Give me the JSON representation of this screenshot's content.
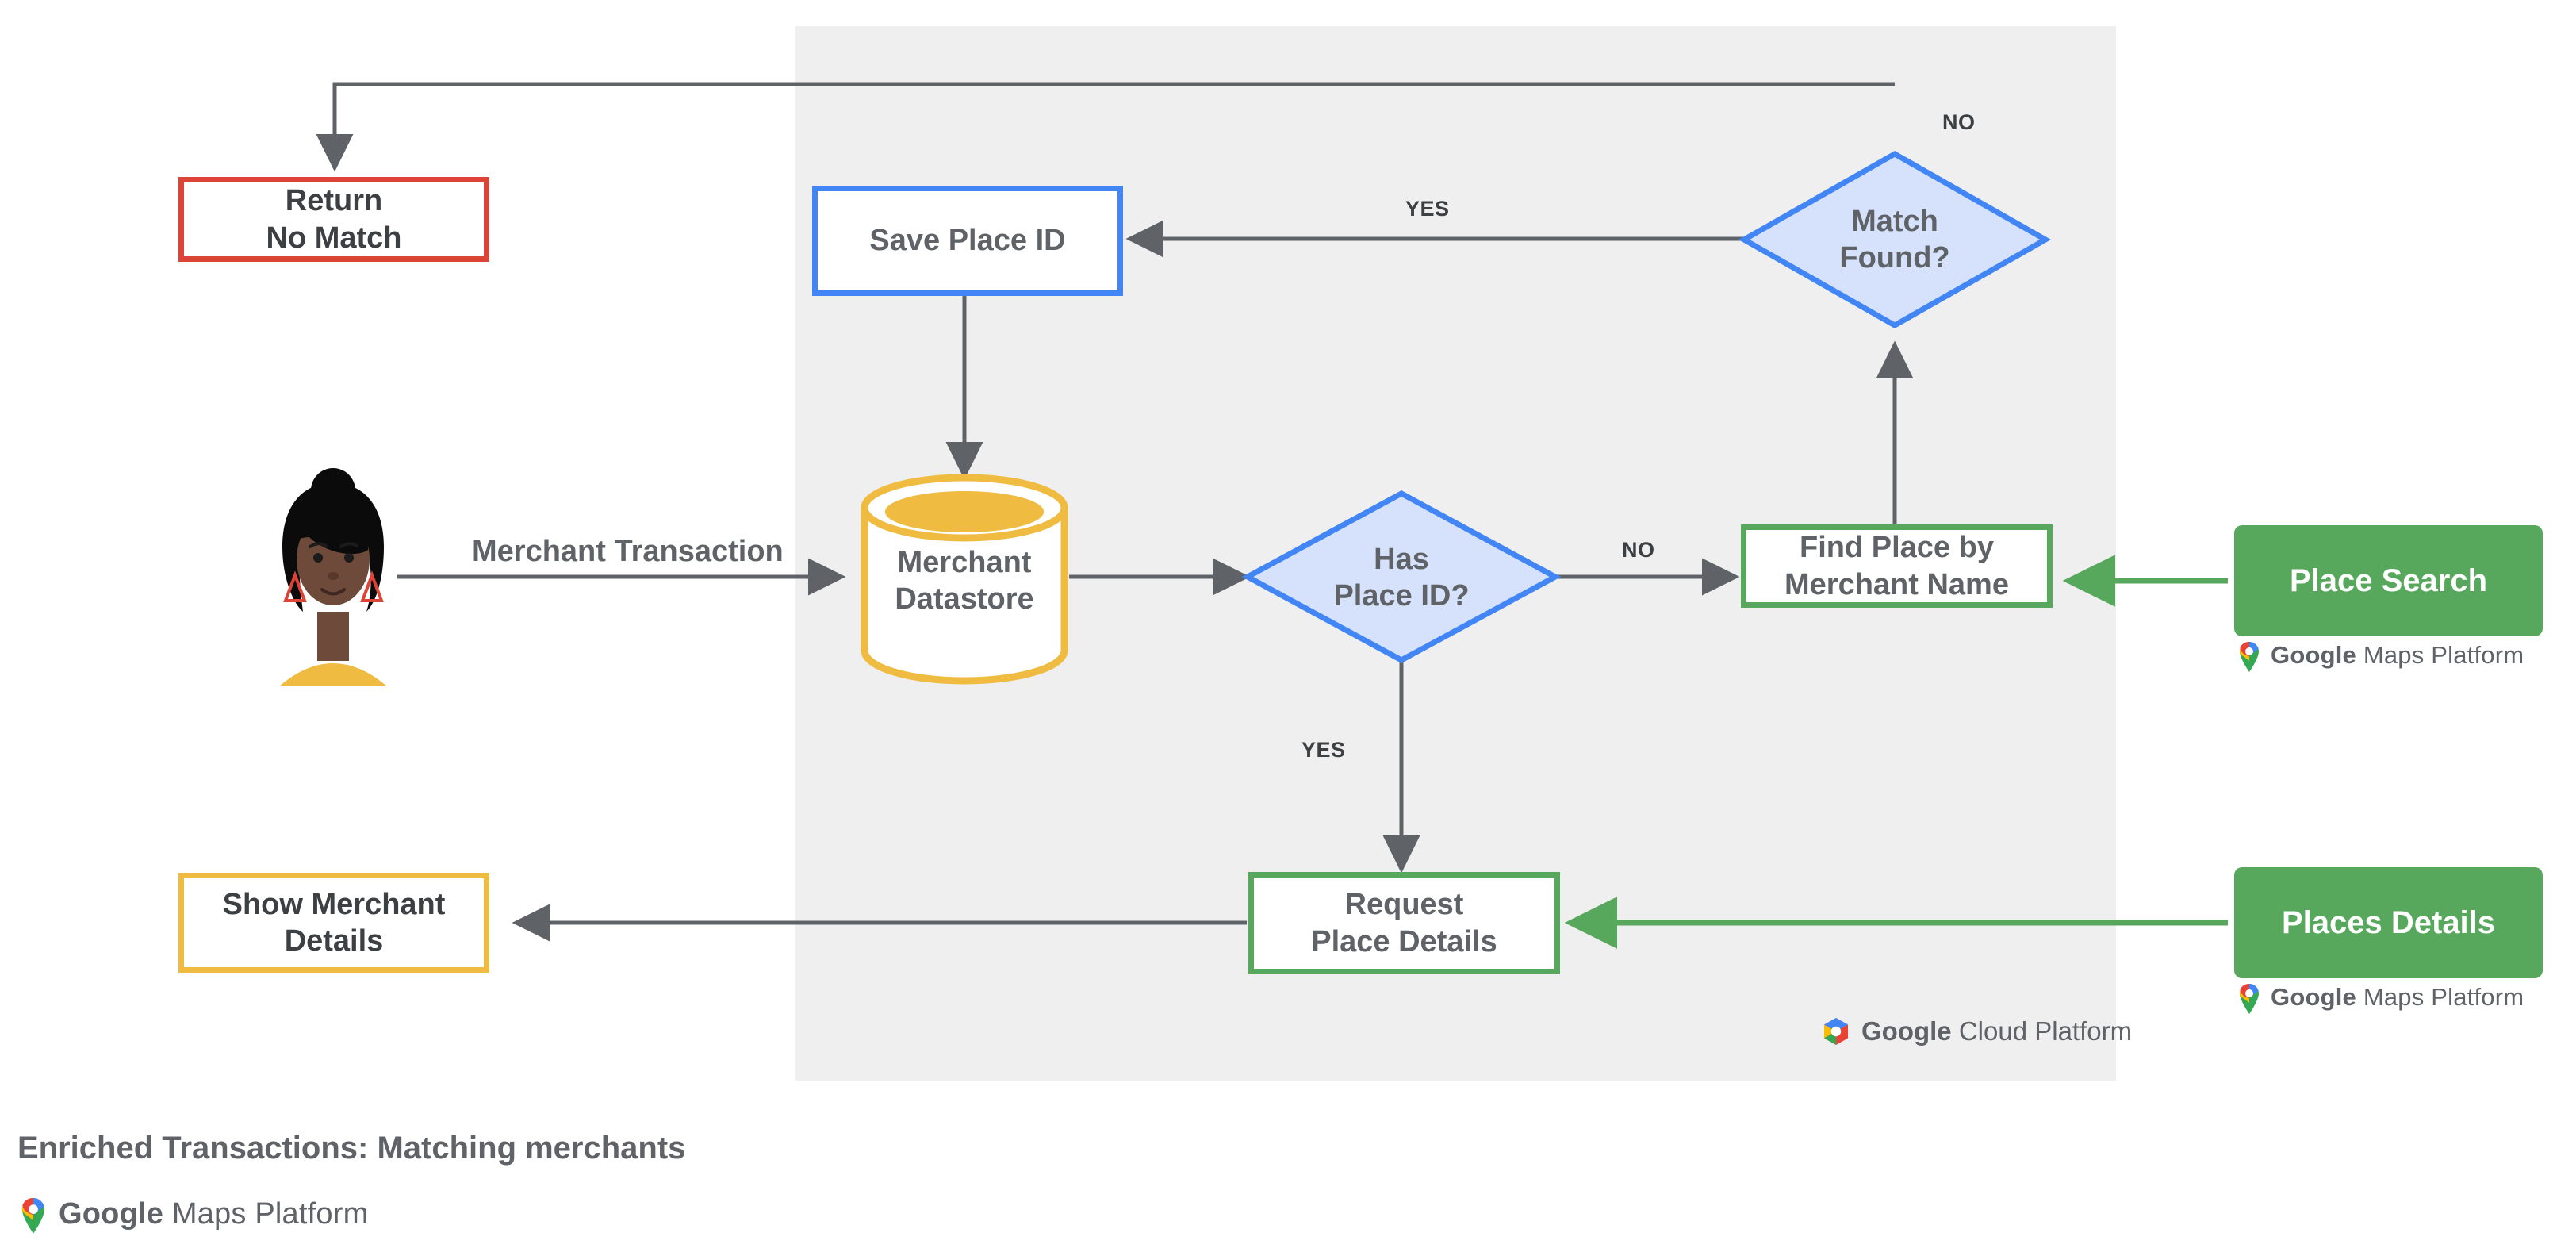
{
  "diagram": {
    "caption": "Enriched Transactions: Matching merchants",
    "panel": {
      "name": "google-cloud-platform-region",
      "bg_color": "#EFEFEF"
    },
    "colors": {
      "red": "#DB4437",
      "blue": "#4285F4",
      "blue_fill": "#D6E2FB",
      "green": "#57A85C",
      "yellow": "#EFBB40",
      "arrow_grey": "#5F6368",
      "text_dark": "#3C4043",
      "text_grey": "#5F6368",
      "panel_grey": "#EFEFEF"
    },
    "nodes": {
      "return_no_match": {
        "label": "Return\nNo Match",
        "shape": "rectangle",
        "outline": "red"
      },
      "save_place_id": {
        "label": "Save Place ID",
        "shape": "rectangle",
        "outline": "blue"
      },
      "match_found": {
        "label": "Match\nFound?",
        "shape": "diamond",
        "outline": "blue"
      },
      "merchant_datastore": {
        "label": "Merchant\nDatastore",
        "shape": "cylinder",
        "outline": "yellow"
      },
      "has_place_id": {
        "label": "Has\nPlace ID?",
        "shape": "diamond",
        "outline": "blue"
      },
      "find_place": {
        "label": "Find Place by\nMerchant Name",
        "shape": "rectangle",
        "outline": "green"
      },
      "request_place_details": {
        "label": "Request\nPlace Details",
        "shape": "rectangle",
        "outline": "green"
      },
      "show_merchant_details": {
        "label": "Show Merchant\nDetails",
        "shape": "rectangle",
        "outline": "yellow"
      },
      "place_search": {
        "label": "Place Search",
        "shape": "rounded-rectangle",
        "fill": "green"
      },
      "places_details": {
        "label": "Places Details",
        "shape": "rounded-rectangle",
        "fill": "green"
      },
      "user_avatar": {
        "label": "",
        "shape": "avatar"
      }
    },
    "edge_labels": {
      "merchant_transaction": "Merchant Transaction",
      "has_place_id_no": "NO",
      "has_place_id_yes": "YES",
      "match_found_yes": "YES",
      "match_found_no": "NO"
    },
    "logos": {
      "maps_platform": {
        "brand": "Google",
        "product": "Maps Platform",
        "icon": "google-maps-pin-icon"
      },
      "cloud_platform": {
        "brand": "Google",
        "product": "Cloud Platform",
        "icon": "google-cloud-hexagon-icon"
      }
    }
  }
}
